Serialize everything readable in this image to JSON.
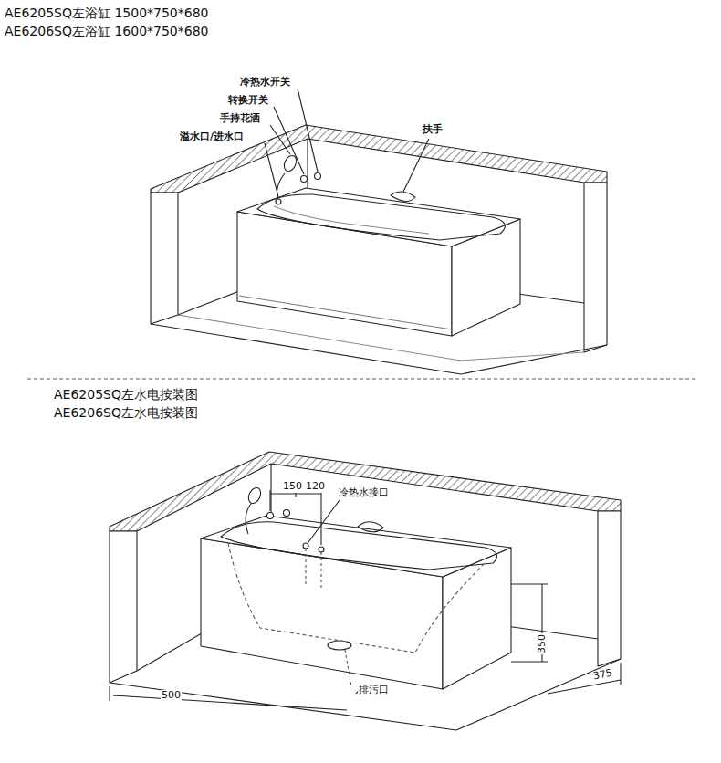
{
  "diagram": {
    "labels": [
      "AE6205SQ左浴缸 1500*750*680",
      "AE6206SQ左浴缸 1600*750*680",
      "冷热水开关",
      "转换开关",
      "手持花洒",
      "溢水口/进水口",
      "扶手",
      "AE6205SQ左水电按装图",
      "AE6206SQ左水电按装图",
      "150",
      "120",
      "冷热水接口",
      "350",
      "500",
      "375",
      "排污口"
    ]
  }
}
